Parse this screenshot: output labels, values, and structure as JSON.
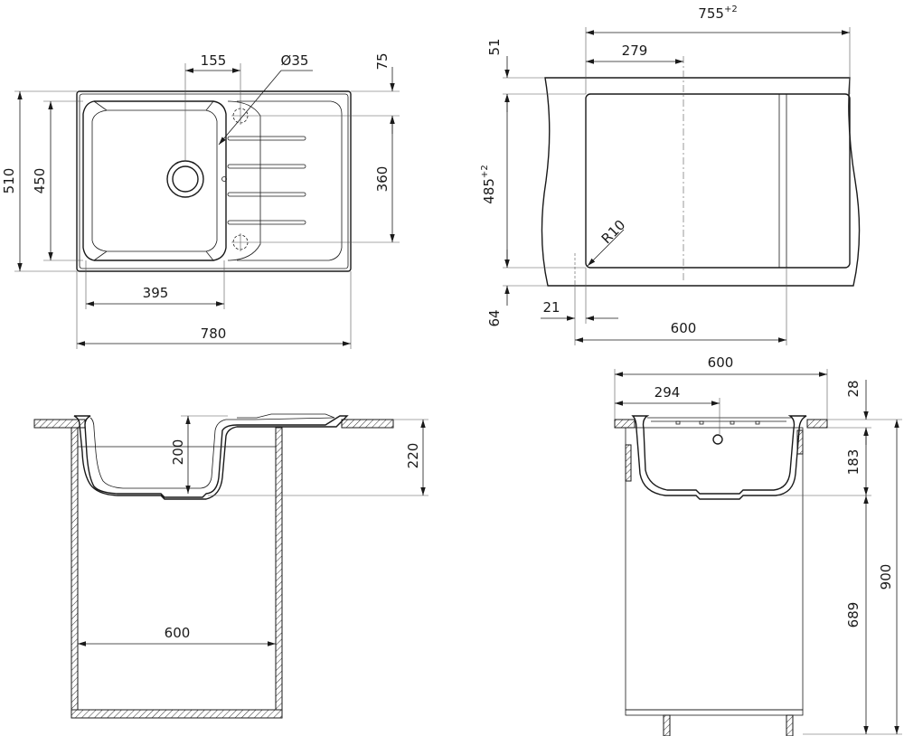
{
  "top_view": {
    "d_155": "155",
    "d_hole": "Ø35",
    "d_75": "75",
    "d_510": "510",
    "d_450": "450",
    "d_360": "360",
    "d_395": "395",
    "d_780": "780"
  },
  "cutout": {
    "d_755": "755",
    "d_755_tol": "+2",
    "d_279": "279",
    "d_51": "51",
    "d_485": "485",
    "d_485_tol": "+2",
    "d_r10": "R10",
    "d_64": "64",
    "d_21": "21",
    "d_600": "600"
  },
  "front_section": {
    "d_200": "200",
    "d_220": "220",
    "d_600": "600"
  },
  "side_section": {
    "d_600": "600",
    "d_294": "294",
    "d_28": "28",
    "d_183": "183",
    "d_689": "689",
    "d_900": "900"
  }
}
